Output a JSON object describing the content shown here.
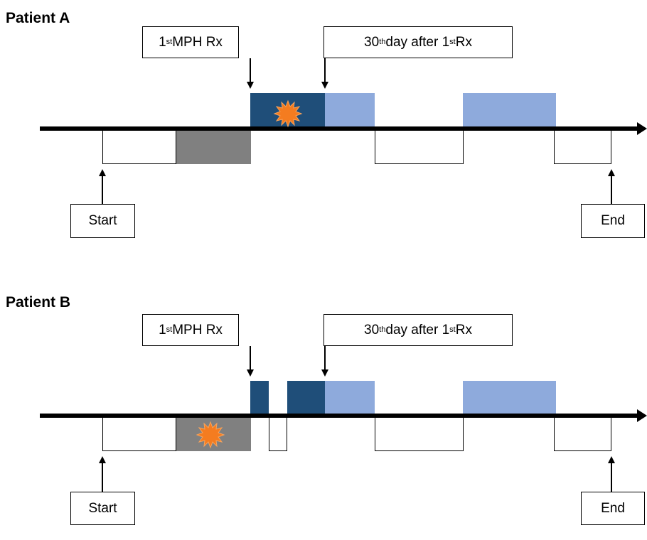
{
  "patient_a": {
    "title": "Patient A",
    "first_rx_label": {
      "pre": "1",
      "sup": "st",
      "post": " MPH Rx"
    },
    "day30_label": {
      "pre": "30",
      "sup": "th",
      "mid": " day after 1",
      "sup2": "st",
      "post": " Rx"
    },
    "start_label": "Start",
    "end_label": "End",
    "event_marker_icon": "orange-burst-icon"
  },
  "patient_b": {
    "title": "Patient B",
    "first_rx_label": {
      "pre": "1",
      "sup": "st",
      "post": " MPH Rx"
    },
    "day30_label": {
      "pre": "30",
      "sup": "th",
      "mid": " day after 1",
      "sup2": "st",
      "post": " Rx"
    },
    "start_label": "Start",
    "end_label": "End",
    "event_marker_icon": "orange-burst-icon"
  },
  "colors": {
    "axis": "#000000",
    "gray_period": "#808080",
    "first30_treatment": "#1f4e79",
    "later_treatment": "#8eaadc",
    "event_burst": "#f47c20"
  }
}
